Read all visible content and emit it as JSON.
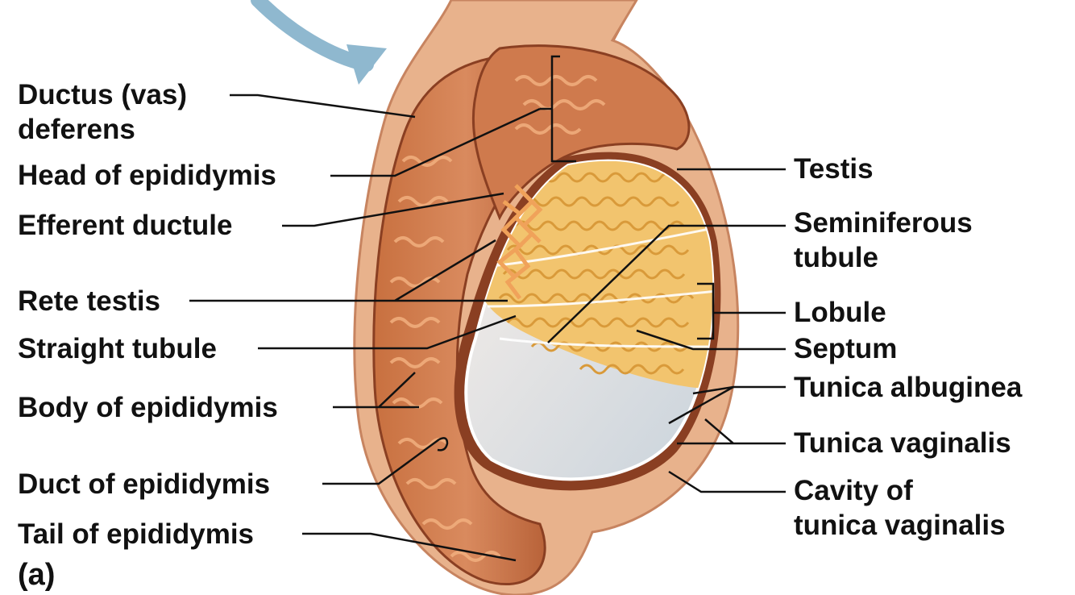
{
  "diagram": {
    "left_labels": [
      {
        "id": "ductus-deferens",
        "lines": [
          "Ductus (vas)",
          "deferens"
        ]
      },
      {
        "id": "head-of-epididymis",
        "lines": [
          "Head of epididymis"
        ]
      },
      {
        "id": "efferent-ductule",
        "lines": [
          "Efferent ductule"
        ]
      },
      {
        "id": "rete-testis",
        "lines": [
          "Rete testis"
        ]
      },
      {
        "id": "straight-tubule",
        "lines": [
          "Straight tubule"
        ]
      },
      {
        "id": "body-of-epididymis",
        "lines": [
          "Body of epididymis"
        ]
      },
      {
        "id": "duct-of-epididymis",
        "lines": [
          "Duct of epididymis"
        ]
      },
      {
        "id": "tail-of-epididymis",
        "lines": [
          "Tail of epididymis"
        ]
      }
    ],
    "right_labels": [
      {
        "id": "testis",
        "lines": [
          "Testis"
        ]
      },
      {
        "id": "seminiferous-tubule",
        "lines": [
          "Seminiferous",
          "tubule"
        ]
      },
      {
        "id": "lobule",
        "lines": [
          "Lobule"
        ]
      },
      {
        "id": "septum",
        "lines": [
          "Septum"
        ]
      },
      {
        "id": "tunica-albuginea",
        "lines": [
          "Tunica albuginea"
        ]
      },
      {
        "id": "tunica-vaginalis",
        "lines": [
          "Tunica vaginalis"
        ]
      },
      {
        "id": "cavity-of-tunica-vaginalis",
        "lines": [
          "Cavity of",
          "tunica vaginalis"
        ]
      }
    ],
    "panel_tag": "(a)",
    "colors": {
      "outer_skin": "#e8b28c",
      "epididymis": "#b5623a",
      "epididymis_light": "#d98c63",
      "tubule": "#f2c46e",
      "tubule_dark": "#d99a3a",
      "rete": "#f0a25a",
      "albuginea": "#f4ece6",
      "cavity": "#8a3f22",
      "vein": "#2f7fd0",
      "arrow": "#8fb8cf",
      "leader": "#111111"
    }
  }
}
